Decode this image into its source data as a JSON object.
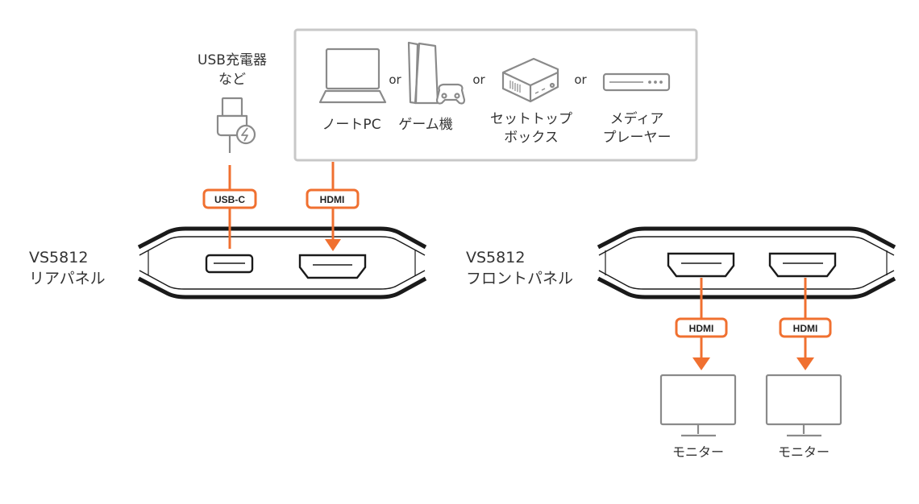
{
  "colors": {
    "accent": "#f07030",
    "device_outline": "#1a1a1a",
    "icon_gray": "#8a8a8a",
    "text": "#333333",
    "box_border": "#c8c8c8"
  },
  "charger": {
    "label_line1": "USB充電器",
    "label_line2": "など",
    "icon": "usb-charger-icon"
  },
  "sources": {
    "separator": "or",
    "items": [
      {
        "icon": "laptop-icon",
        "label_lines": [
          "ノートPC"
        ]
      },
      {
        "icon": "game-console-icon",
        "label_lines": [
          "ゲーム機"
        ]
      },
      {
        "icon": "set-top-box-icon",
        "label_lines": [
          "セットトップ",
          "ボックス"
        ]
      },
      {
        "icon": "media-player-icon",
        "label_lines": [
          "メディア",
          "プレーヤー"
        ]
      }
    ]
  },
  "rear_panel": {
    "model": "VS5812",
    "name": "リアパネル",
    "ports": [
      {
        "type": "usb-c",
        "cable_label": "USB-C",
        "direction": "none"
      },
      {
        "type": "hdmi",
        "cable_label": "HDMI",
        "direction": "in"
      }
    ]
  },
  "front_panel": {
    "model": "VS5812",
    "name": "フロントパネル",
    "ports": [
      {
        "type": "hdmi",
        "cable_label": "HDMI",
        "direction": "out"
      },
      {
        "type": "hdmi",
        "cable_label": "HDMI",
        "direction": "out"
      }
    ]
  },
  "monitors": [
    {
      "icon": "monitor-icon",
      "label": "モニター"
    },
    {
      "icon": "monitor-icon",
      "label": "モニター"
    }
  ]
}
